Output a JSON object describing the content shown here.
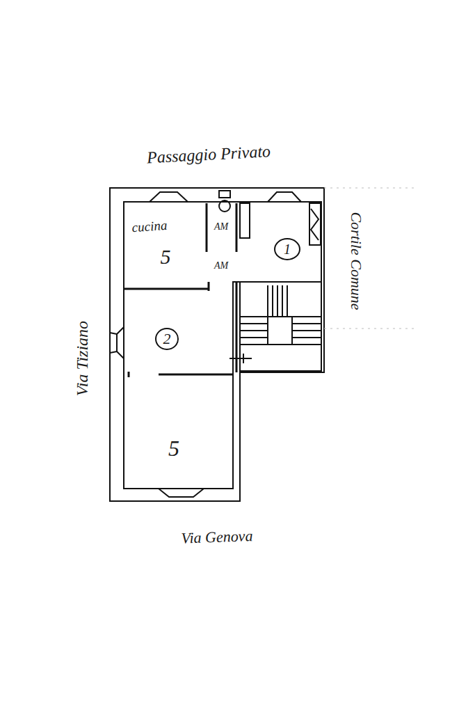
{
  "diagram": {
    "labels": [
      "Passaggio Privato",
      "Via Tiziano",
      "Via Genova",
      "Cortile Comune",
      "cucina",
      "5",
      "AM",
      "AM",
      "1",
      "2",
      "5"
    ]
  }
}
